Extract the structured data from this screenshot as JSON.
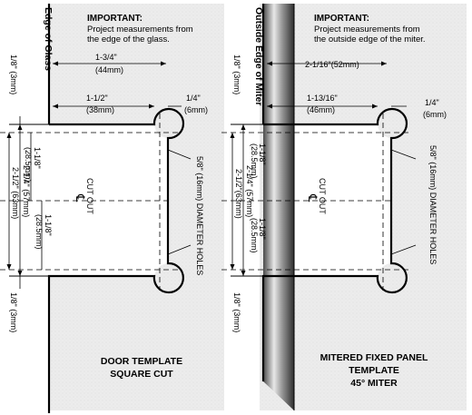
{
  "door": {
    "edge_label": "Edge of Glass",
    "important_title": "IMPORTANT:",
    "important_line1": "Project measurements from",
    "important_line2": "the edge of the glass.",
    "dim_top": "1-3/4\"",
    "dim_top_mm": "(44mm)",
    "dim_mid": "1-1/2\"",
    "dim_mid_mm": "(38mm)",
    "dim_small": "1/4\"",
    "dim_small_mm": "(6mm)",
    "left_top": "1/8\" (3mm)",
    "left_bottom": "1/8\" (3mm)",
    "v_one_a": "1-1/8\"",
    "v_one_a_mm": "(28.5mm)",
    "v_two_quarter": "2-1/4\" (57mm)",
    "v_two_half": "2-1/2\" (63mm)",
    "v_one_b": "1-1/8\"",
    "v_one_b_mm": "(28.5mm)",
    "cut_out": "CUT OUT",
    "cl_symbol": "℄",
    "holes": "5/8\" (16mm) DIAMETER HOLES",
    "title_line1": "DOOR TEMPLATE",
    "title_line2": "SQUARE CUT"
  },
  "mitered": {
    "edge_label": "Outside Edge of Miter",
    "important_title": "IMPORTANT:",
    "important_line1": "Project measurements from",
    "important_line2": "the outside edge of the miter.",
    "dim_top": "2-1/16\"(52mm)",
    "dim_mid": "1-13/16\"",
    "dim_mid_mm": "(46mm)",
    "dim_small": "1/4\"",
    "dim_small_mm": "(6mm)",
    "left_top": "1/8\" (3mm)",
    "left_bottom": "1/8\" (3mm)",
    "v_one_a": "1-1/8\"",
    "v_one_a_mm": "(28.5mm)",
    "v_two_quarter": "2-1/4\" (57mm)",
    "v_two_half": "2-1/2\"(63mm)",
    "v_one_b": "1-1/8\"",
    "v_one_b_mm": "(28.5mm)",
    "cut_out": "CUT OUT",
    "cl_symbol": "℄",
    "holes": "5/8\" (16mm) DIAMETER HOLES",
    "title_line1": "MITERED FIXED PANEL",
    "title_line2": "TEMPLATE",
    "title_line3": "45° MITER"
  }
}
